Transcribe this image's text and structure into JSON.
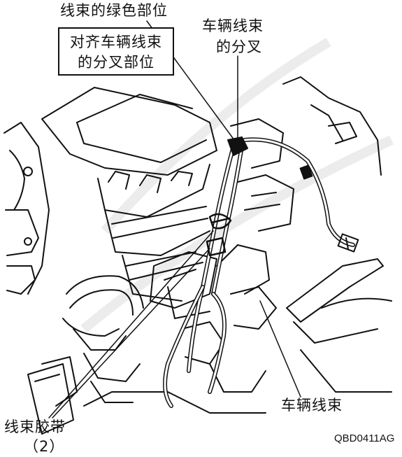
{
  "labels": {
    "harness_green_part": "线束的绿色部位",
    "align_line1": "对齐车辆线束",
    "align_line2": "的分叉部位",
    "vehicle_harness_branch_line1": "车辆线束",
    "vehicle_harness_branch_line2": "的分叉",
    "vehicle_harness": "车辆线束",
    "harness_clip_line1": "线束胶带",
    "harness_clip_line2": "（2）",
    "figure_code": "QBD0411AG"
  },
  "colors": {
    "line": "#111111",
    "background": "#ffffff",
    "watermark": "#e9e9e9"
  }
}
